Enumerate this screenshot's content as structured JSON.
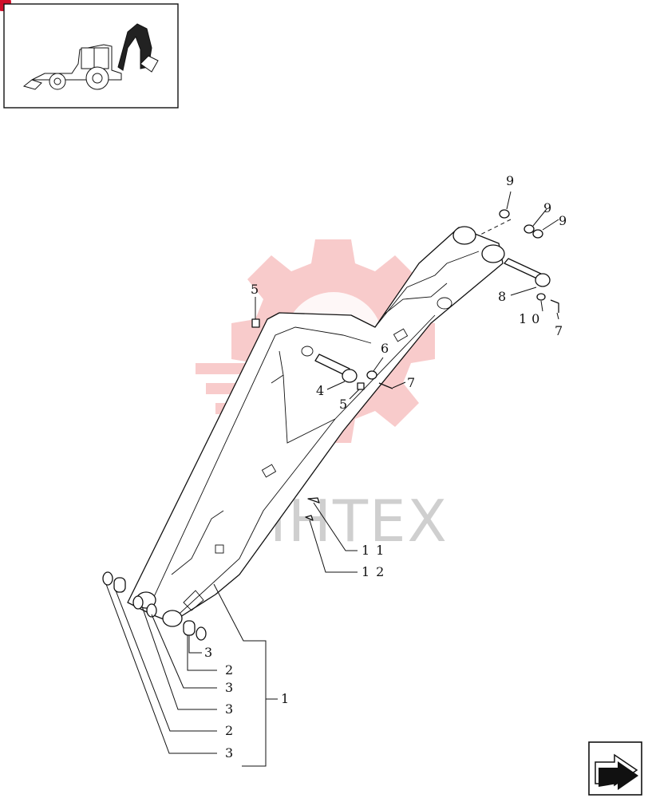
{
  "diagram": {
    "callouts": [
      "9",
      "9",
      "9",
      "5",
      "6",
      "7",
      "8",
      "10",
      "7",
      "4",
      "5",
      "11",
      "12",
      "3",
      "2",
      "3",
      "3",
      "2",
      "3",
      "1"
    ],
    "watermark_text": "ИНТЕХ"
  },
  "thumbnail": {
    "icon": "backhoe-loader-icon"
  },
  "nav": {
    "icon": "next-page-arrow-icon"
  },
  "colors": {
    "ink": "#111111",
    "watermark": "#f2a0a0",
    "corner_badge": "#d0102a"
  }
}
